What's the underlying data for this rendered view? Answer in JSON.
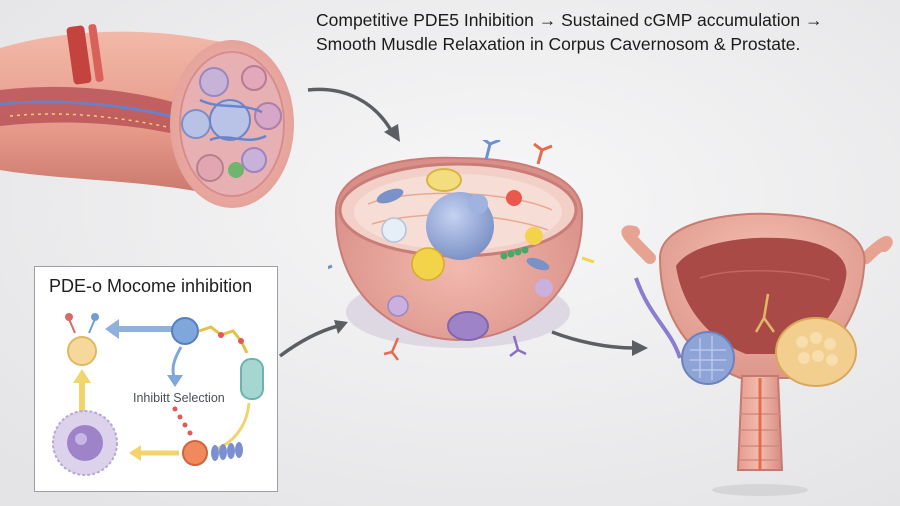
{
  "headline": {
    "line1": "Competitive PDE5 Inhibition → Sustained cGMP accumulation →",
    "line2": "Smooth Musdle Relaxation in Corpus Cavernosom & Prostate."
  },
  "inset": {
    "title": "PDE-o Mocome inhibition",
    "center_label": "Inhibitt Selection"
  },
  "colors": {
    "background": "#eeeeef",
    "tissue_pink": "#e9a39a",
    "arrow_gray": "#5b5f63",
    "nucleus_blue": "#8fa6d6",
    "vesicle_yellow": "#f2d34a",
    "cell_purple": "#9f83c9"
  }
}
